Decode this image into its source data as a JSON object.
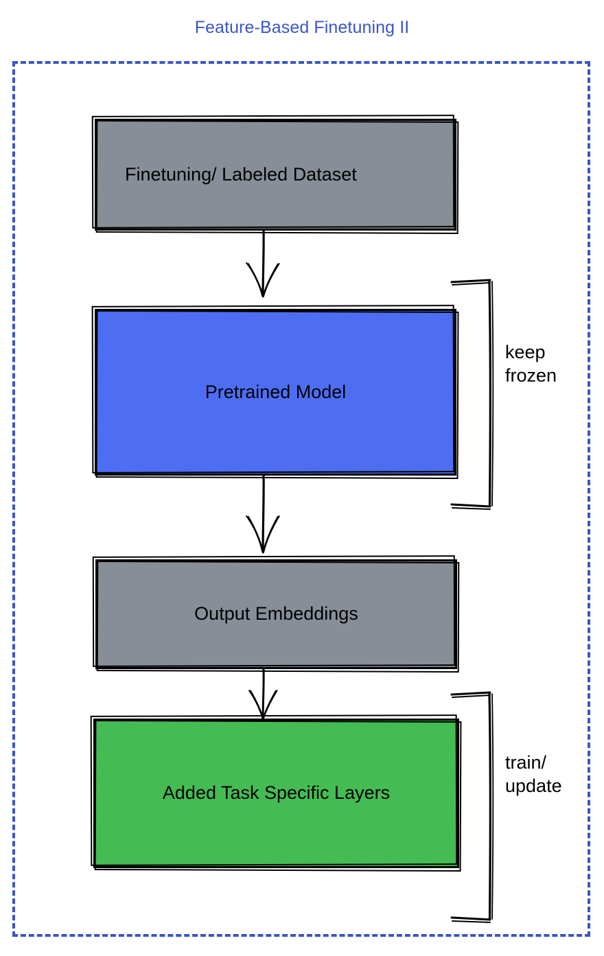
{
  "title": "Feature-Based Finetuning II",
  "colors": {
    "title_blue": "#3a55c9",
    "frame_dashed_blue": "#3a55c9",
    "gray_box": "#878e97",
    "blue_box": "#4d6ef2",
    "green_box": "#45bb54",
    "ink": "#000000",
    "background": "#ffffff"
  },
  "flow": {
    "nodes": [
      {
        "id": "dataset",
        "label": "Finetuning/ Labeled Dataset",
        "fill": "#878e97",
        "align": "left"
      },
      {
        "id": "pretrained",
        "label": "Pretrained Model",
        "fill": "#4d6ef2",
        "align": "center"
      },
      {
        "id": "embeddings",
        "label": "Output Embeddings",
        "fill": "#878e97",
        "align": "center"
      },
      {
        "id": "layers",
        "label": "Added Task Specific Layers",
        "fill": "#45bb54",
        "align": "center"
      }
    ],
    "arrows": [
      {
        "id": "arrow-1",
        "from": "dataset",
        "to": "pretrained",
        "direction": "down"
      },
      {
        "id": "arrow-2",
        "from": "pretrained",
        "to": "embeddings",
        "direction": "down"
      },
      {
        "id": "arrow-3",
        "from": "embeddings",
        "to": "layers",
        "direction": "down"
      }
    ],
    "annotations": [
      {
        "id": "frozen",
        "target": "pretrained",
        "label": "keep\nfrozen",
        "bracket": "right-square"
      },
      {
        "id": "train",
        "target": "layers",
        "label": "train/\nupdate",
        "bracket": "right-square"
      }
    ]
  }
}
